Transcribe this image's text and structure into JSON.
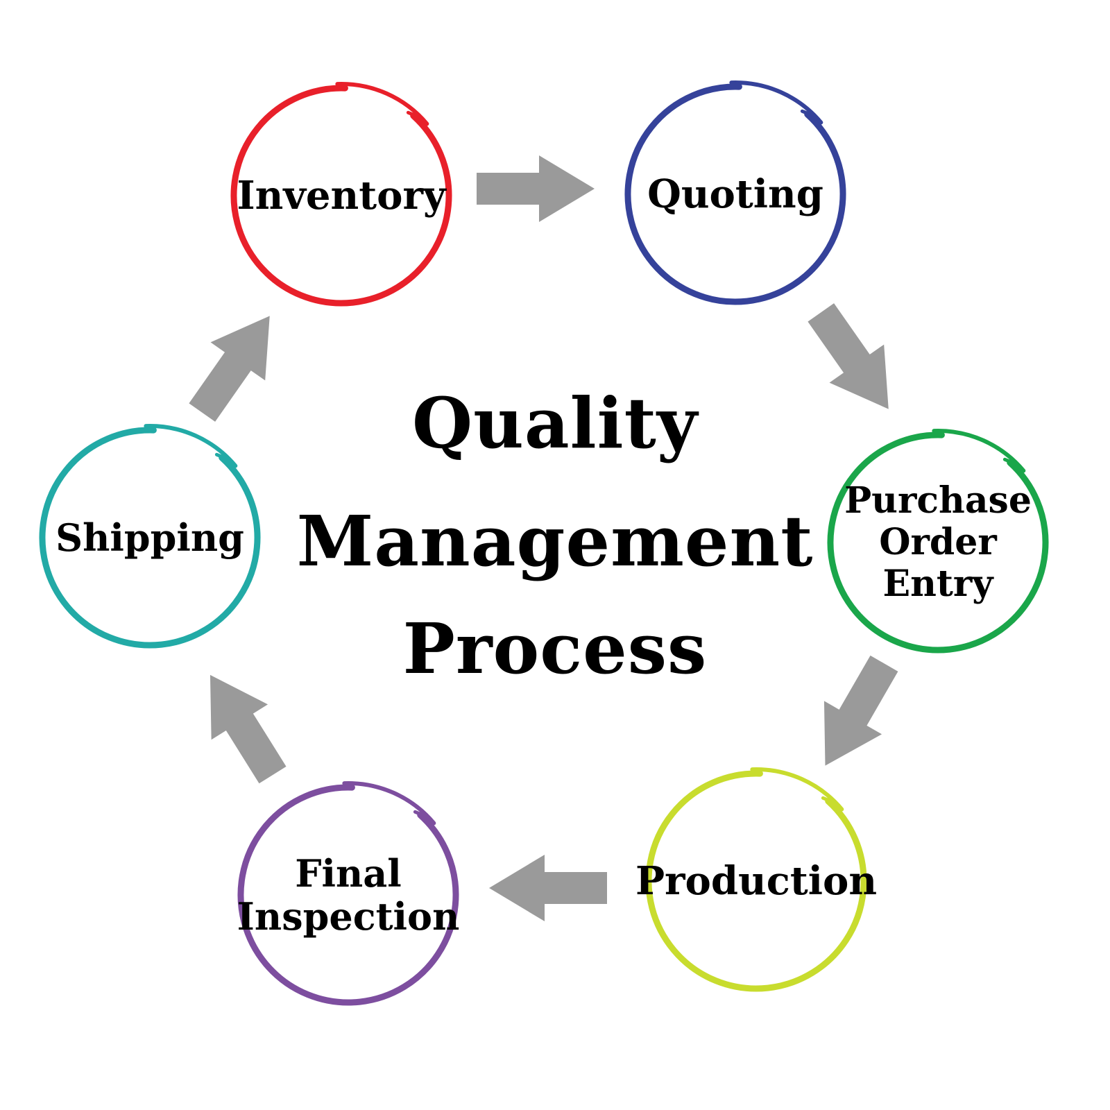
{
  "title": {
    "line1": "Quality",
    "line2": "Management",
    "line3": "Process"
  },
  "steps": [
    {
      "id": "inventory",
      "lines": [
        "Inventory"
      ],
      "color": "#e8202a"
    },
    {
      "id": "quoting",
      "lines": [
        "Quoting"
      ],
      "color": "#35429a"
    },
    {
      "id": "purchase-order-entry",
      "lines": [
        "Purchase",
        "Order",
        "Entry"
      ],
      "color": "#1aa64a"
    },
    {
      "id": "production",
      "lines": [
        "Production"
      ],
      "color": "#c8dc2e"
    },
    {
      "id": "final-inspection",
      "lines": [
        "Final",
        "Inspection"
      ],
      "color": "#7d4e9f"
    },
    {
      "id": "shipping",
      "lines": [
        "Shipping"
      ],
      "color": "#22aaa6"
    }
  ],
  "arrow_color": "#9a9a9a",
  "flow": [
    "inventory",
    "quoting",
    "purchase-order-entry",
    "production",
    "final-inspection",
    "shipping",
    "inventory"
  ]
}
